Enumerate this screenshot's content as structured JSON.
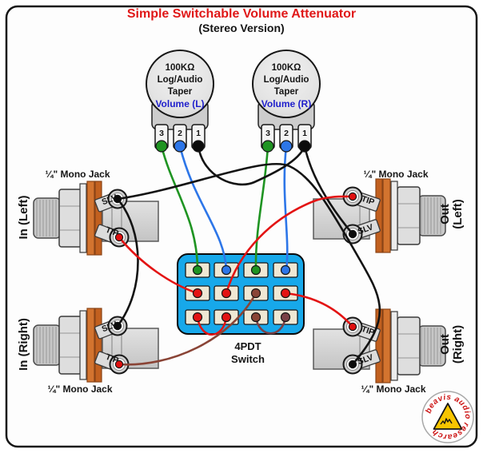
{
  "title": {
    "main": "Simple Switchable Volume Attenuator",
    "sub": "(Stereo Version)"
  },
  "pots": {
    "dot_fills": [
      "#1f9422",
      "#2d76e8",
      "#0c0c0c"
    ],
    "left": {
      "value": "100KΩ",
      "taper1": "Log/Audio",
      "taper2": "Taper",
      "label": "Volume (L)",
      "terminals": [
        "3",
        "2",
        "1"
      ]
    },
    "right": {
      "value": "100KΩ",
      "taper1": "Log/Audio",
      "taper2": "Taper",
      "label": "Volume (R)",
      "terminals": [
        "3",
        "2",
        "1"
      ]
    }
  },
  "switch": {
    "label1": "4PDT",
    "label2": "Switch",
    "dot_fills": [
      "#1f9422",
      "#2d76e8",
      "#1f9422",
      "#2d76e8",
      "#e31313",
      "#e31313",
      "#8a4436",
      "#e31313",
      "#e31313",
      "#e31313",
      "#8a4436",
      "#7a4045"
    ]
  },
  "jacks": {
    "in_left": {
      "type": "¼\" Mono Jack",
      "side": [
        "In (Left)"
      ],
      "lug_top": "SLV",
      "lug_bottom": "TIP"
    },
    "in_right": {
      "type": "¼\" Mono Jack",
      "side": [
        "In (Right)"
      ],
      "lug_top": "SLV",
      "lug_bottom": "TIP"
    },
    "out_left": {
      "type": "¼\" Mono Jack",
      "side": [
        "Out",
        "(Left)"
      ],
      "lug_top": "TIP",
      "lug_bottom": "SLV"
    },
    "out_right": {
      "type": "¼\" Mono Jack",
      "side": [
        "Out",
        "(Right)"
      ],
      "lug_top": "TIP",
      "lug_bottom": "SLV"
    }
  },
  "logo": {
    "text": "beavis audio research"
  },
  "colors": {
    "title_red": "#e01818",
    "volume_blue": "#2020cc",
    "switch_body": "#17a8ea",
    "wire_green": "#1f9422",
    "wire_blue": "#2d76e8",
    "wire_black": "#131313",
    "wire_red": "#e31313",
    "wire_brown": "#8a4436",
    "wire_maroon": "#7a4045",
    "tip_dot": "#e01010",
    "slv_dot": "#0c0c0c",
    "logo_red": "#cc1414"
  }
}
